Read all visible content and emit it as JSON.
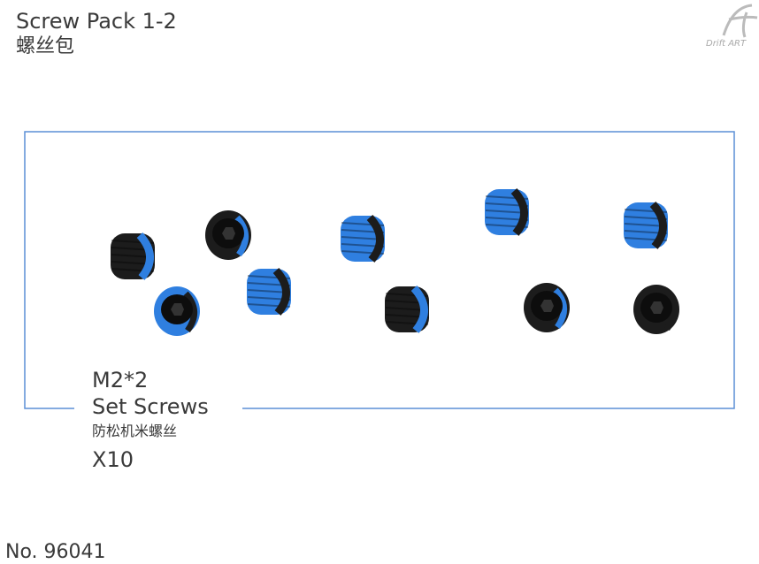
{
  "header": {
    "title": "Screw Pack 1-2",
    "subtitle": "螺丝包",
    "logo_text": "Drift ART"
  },
  "product": {
    "size": "M2*2",
    "name": "Set Screws",
    "name_cn": "防松机米螺丝",
    "quantity": "X10",
    "screw_count": 10
  },
  "footer": {
    "item_number": "No. 96041"
  },
  "colors": {
    "frame": "#5b8fd6",
    "screw_blue": "#2f7fe0",
    "screw_black": "#1c1c1c"
  }
}
